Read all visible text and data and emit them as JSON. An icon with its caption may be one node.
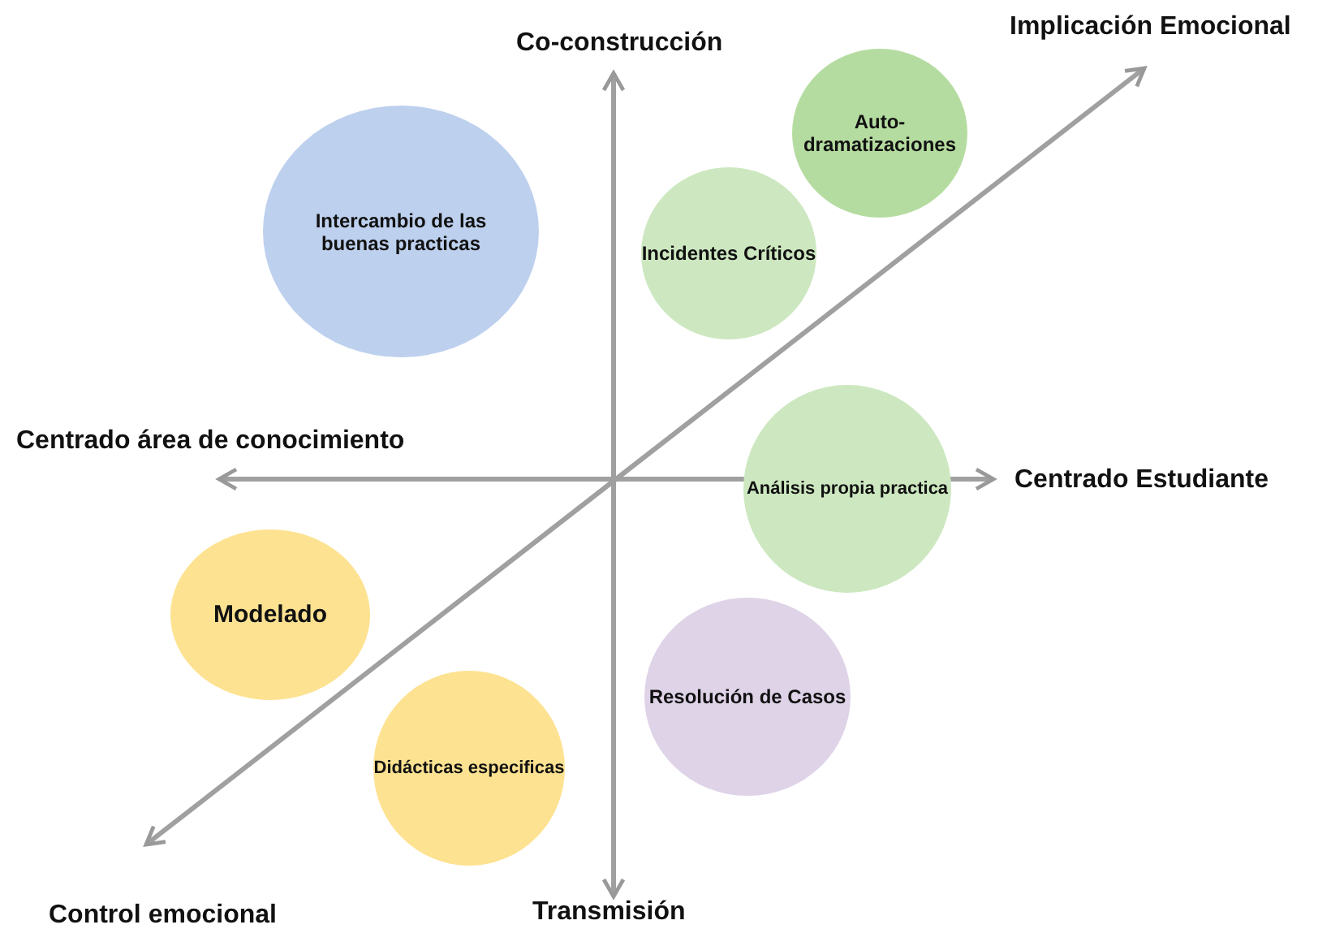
{
  "diagram": {
    "nodes": [
      {
        "text": [
          "Auto-dramatizaciones"
        ]
      },
      {
        "text": [
          "Intercambio de las buenas practicas"
        ]
      },
      {
        "text": [
          "Incidentes Críticos"
        ]
      },
      {
        "text": [
          "Análisis propia practica"
        ]
      },
      {
        "text": [
          "Modelado"
        ]
      },
      {
        "text": [
          "Resolución de Casos"
        ]
      },
      {
        "text": [
          "Didácticas especificas"
        ]
      }
    ],
    "edges": [],
    "labels": [
      "Implicación Emocional",
      "Co-construcción",
      "Centrado área de conocimiento",
      "Centrado Estudiante",
      "Control emocional",
      "Transmisión"
    ]
  }
}
